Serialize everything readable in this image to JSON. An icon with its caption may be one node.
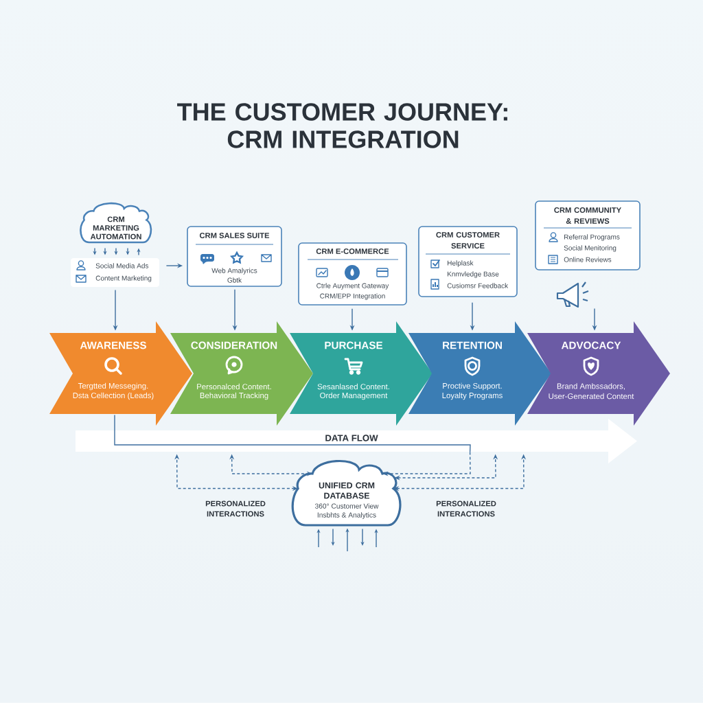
{
  "diagram": {
    "title": "THE CUSTOMER JOURNEY: CRM INTEGRATION",
    "nodes": [
      {
        "text": [
          "CRM MARKETING AUTOMATION"
        ]
      },
      {
        "text": [
          "Social Media Ads",
          "Content Marketing"
        ]
      },
      {
        "text": [
          "CRM SALES SUITE",
          "Web Amalyrics",
          "Gbtk"
        ]
      },
      {
        "text": [
          "CRM E-COMMERCE",
          "Ctrle Auyment Gateway",
          "CRM/EPP Integration"
        ]
      },
      {
        "text": [
          "CRM CUSTOMER SERVICE",
          "Helplask",
          "Knmvledge Base",
          "Cusiomsr Feedback"
        ]
      },
      {
        "text": [
          "CRM COMMUNITY & REVIEWS",
          "Referral Programs",
          "Social Menitoring",
          "Online Reviews"
        ]
      },
      {
        "text": [],
        "shape": "picture"
      },
      {
        "text": [
          "AWARENESS",
          "Tergtted Messeging.",
          "Dsta Cellection (Leads)"
        ]
      },
      {
        "text": [
          "CONSIDERATION",
          "Personalced Content.",
          "Behavioral Tracking"
        ]
      },
      {
        "text": [
          "PURCHASE",
          "Sesanlased Content.",
          "Order Management"
        ]
      },
      {
        "text": [
          "RETENTION",
          "Proctive Support.",
          "Loyalty Programs"
        ]
      },
      {
        "text": [
          "ADVOCACY",
          "Brand Ambssadors,",
          "User-Generated Content"
        ]
      },
      {
        "text": [
          "DATA FLOW"
        ]
      },
      {
        "text": [
          "UNIFIED CRM DATABASE",
          "360° Customer View",
          "Insbhts & Analytics"
        ]
      }
    ],
    "edges": [
      {
        "from": 0,
        "to": 1,
        "arrow": "to"
      },
      {
        "from": 0,
        "to": 1,
        "arrow": "to"
      },
      {
        "from": 0,
        "to": 1,
        "arrow": "to"
      },
      {
        "from": 0,
        "to": 1,
        "arrow": "to"
      },
      {
        "from": 1,
        "to": 0,
        "arrow": "to"
      },
      {
        "from": 1,
        "to": 2,
        "arrow": "to"
      },
      {
        "from": 1,
        "to": 7,
        "arrow": "to"
      },
      {
        "from": 2,
        "to": 8,
        "arrow": "to"
      },
      {
        "from": 3,
        "to": 9,
        "arrow": "to"
      },
      {
        "from": 4,
        "to": 10,
        "arrow": "to"
      },
      {
        "from": 6,
        "to": 11,
        "arrow": "to"
      },
      {
        "from": 7,
        "to": 12,
        "arrow": "none"
      },
      {
        "from": 12,
        "to": 13,
        "arrow": "to",
        "style": "dashed"
      },
      {
        "from": 13,
        "to": 12,
        "arrow": "both",
        "style": "dashed"
      },
      {
        "from": 13,
        "to": 12,
        "arrow": "both",
        "style": "dashed"
      },
      {
        "from": 13,
        "to": 12,
        "arrow": "both",
        "style": "dashed"
      },
      {
        "from": 13,
        "to": 12,
        "arrow": "both",
        "style": "dashed"
      },
      {
        "from": null,
        "to": 13,
        "arrow": "to"
      },
      {
        "from": 13,
        "to": null,
        "arrow": "to"
      },
      {
        "from": null,
        "to": 13,
        "arrow": "to"
      },
      {
        "from": 13,
        "to": null,
        "arrow": "to"
      },
      {
        "from": null,
        "to": 13,
        "arrow": "to"
      }
    ],
    "labels": [
      "PERSONALIZED INTERACTIONS",
      "PERSONALIZED INTERACTIONS"
    ]
  }
}
